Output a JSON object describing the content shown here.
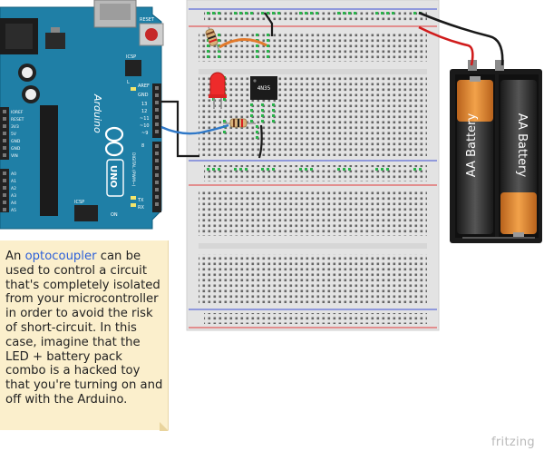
{
  "note": {
    "before": "An ",
    "link": "optocoupler",
    "after": " can be used to control a circuit that's completely isolated from your microcontroller in order to avoid the risk of short-circuit. In this case, imagine that the LED + battery pack combo is a hacked toy that you're turning on and off with the Arduino."
  },
  "arduino": {
    "board_name": "Arduino",
    "model": "UNO",
    "reset_label": "RESET",
    "icsp_label": "ICSP",
    "on_label": "ON",
    "tx_label": "TX",
    "rx_label": "RX",
    "l_label": "L",
    "digital_label": "DIGITAL (PWM~)",
    "aref_label": "AREF",
    "gnd_label": "GND",
    "pin_13": "13",
    "pin_12": "12",
    "pin_11": "~11",
    "pin_10": "~10",
    "pin_9": "~9",
    "pin_8": "8",
    "power_labels": [
      "IOREF",
      "RESET",
      "3V3",
      "5V",
      "GND",
      "GND",
      "VIN"
    ],
    "analog_labels": [
      "A0",
      "A1",
      "A2",
      "A3",
      "A4",
      "A5"
    ]
  },
  "chip": {
    "label": "4N35"
  },
  "battery": {
    "cell_1": "AA Battery",
    "cell_2": "AA Battery"
  },
  "brand": "fritzing",
  "colors": {
    "board_blue": "#1f7fa6",
    "wire_black": "#1a1a1a",
    "wire_red": "#d01c1c",
    "wire_blue": "#2e78c8",
    "wire_orange": "#e27a2c",
    "led_red": "#ee2b2b",
    "battery_orange": "#e98a2b",
    "note_bg": "#fbefcc"
  }
}
